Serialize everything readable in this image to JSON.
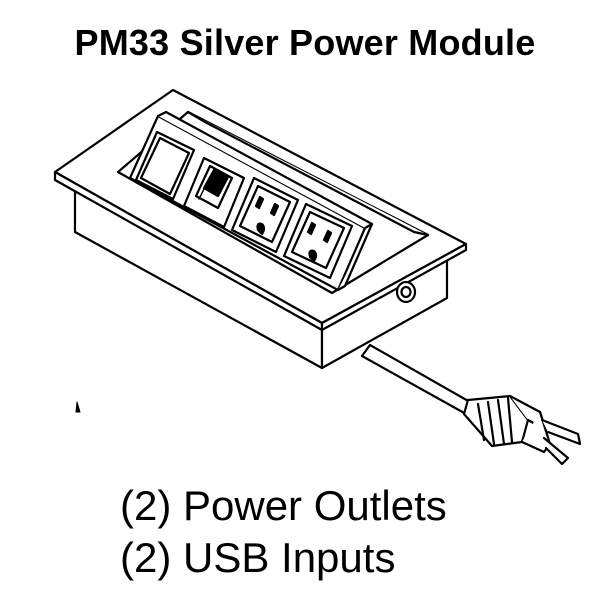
{
  "title": "PM33 Silver Power Module",
  "features": [
    "(2) Power Outlets",
    "(2) USB Inputs"
  ],
  "illustration": {
    "components": [
      "blank-module",
      "usb-ports-icon",
      "power-outlet-icon",
      "power-outlet-icon",
      "power-cord",
      "plug-icon"
    ]
  },
  "colors": {
    "ink": "#000000",
    "background": "#ffffff"
  }
}
